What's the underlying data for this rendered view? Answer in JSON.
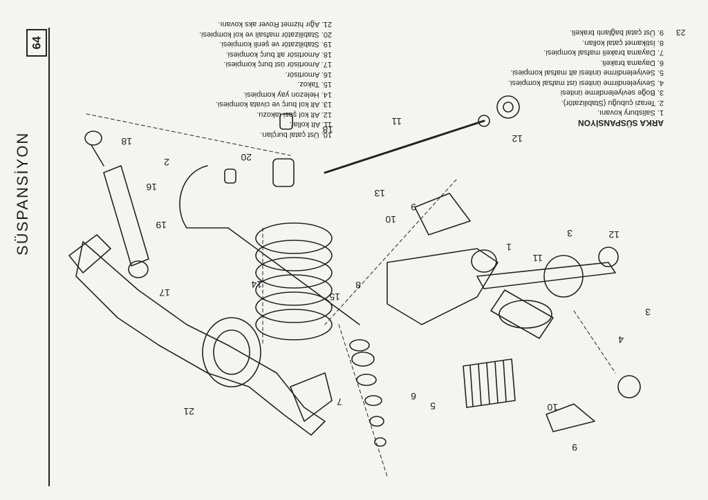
{
  "side_title": "SÜSPANSİYON",
  "side_page": "64",
  "page_number": "23",
  "section_title": "ARKA SÜSPANSİYON",
  "legend_left": [
    "1. Salisbury kovanı.",
    "2. Terazi çubuğu (Stabilizatör).",
    "3. Boğe seviyelendirme ünitesi",
    "4. Seviyelendirme ünitesi üst mafsal kompiesi.",
    "5. Seviyelendirme ünitesi alt mafsal kompiesi.",
    "6. Dayama brakeli.",
    "7. Dayama brakeli mafsal kompiesi.",
    "8. İstikamet çatal kolları.",
    "9. Üst çatal bağlantı brakeli."
  ],
  "legend_right": [
    "10. Üst çatal burçları.",
    "11. Alt kollar.",
    "12. Alt kol şasi takozu.",
    "13. Alt kol burç ve civata kompiesi.",
    "14. Helezon yay kompiesi.",
    "15. Takoz.",
    "16. Amortisör.",
    "17. Amortisör üst burç kompiesi.",
    "18. Amortisör alt burç kompiesi.",
    "19. Stabilizatör ve şenli kompiesi.",
    "20. Stabilizatör mafsali ve kol kompiesi.",
    "21. Ağır hizmet Rover aks kovanı."
  ],
  "callouts": [
    "1",
    "2",
    "3",
    "3",
    "4",
    "5",
    "6",
    "7",
    "8",
    "9",
    "9",
    "10",
    "10",
    "11",
    "11",
    "12",
    "12",
    "13",
    "14",
    "15",
    "16",
    "17",
    "18",
    "18",
    "19",
    "20",
    "21"
  ]
}
